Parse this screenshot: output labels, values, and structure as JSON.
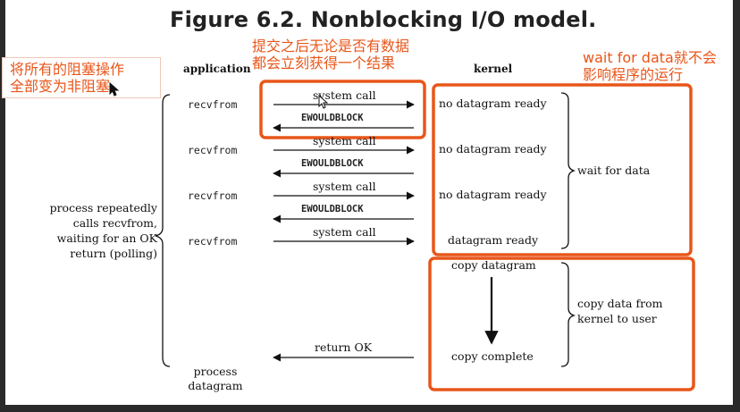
{
  "title": "Figure 6.2. Nonblocking I/O model.",
  "annotations": {
    "left": [
      "将所有的阻塞操作",
      "全部变为非阻塞"
    ],
    "middle": [
      "提交之后无论是否有数据",
      "都会立刻获得一个结果"
    ],
    "right": [
      "wait for data就不会",
      "影响程序的运行"
    ]
  },
  "headers": {
    "application": "application",
    "kernel": "kernel"
  },
  "app_calls": [
    "recvfrom",
    "recvfrom",
    "recvfrom",
    "recvfrom"
  ],
  "syscall_label": "system call",
  "error_label": "EWOULDBLOCK",
  "kernel_states": [
    "no datagram ready",
    "no datagram ready",
    "no datagram ready",
    "datagram ready"
  ],
  "copy_start": "copy datagram",
  "copy_end": "copy complete",
  "return_label": "return OK",
  "left_note": [
    "process repeatedly",
    "calls recvfrom,",
    "waiting for an OK",
    "return (polling)"
  ],
  "process_label": [
    "process",
    "datagram"
  ],
  "phase_labels": {
    "wait": "wait for data",
    "copy": [
      "copy data from",
      "kernel to user"
    ]
  },
  "colors": {
    "highlight": "#e8561a",
    "ink": "#111111"
  }
}
